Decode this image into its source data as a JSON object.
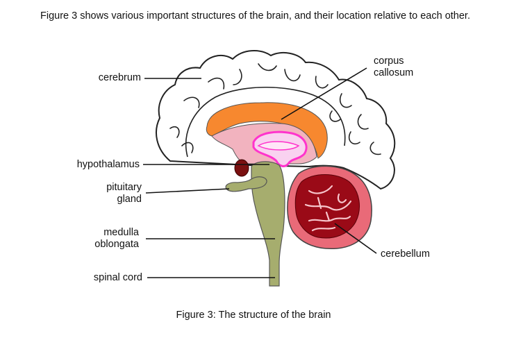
{
  "intro": {
    "text": "Figure 3 shows various important structures of the brain, and their location relative to each other."
  },
  "labels": {
    "cerebrum": "cerebrum",
    "corpus_callosum_line1": "corpus",
    "corpus_callosum_line2": "callosum",
    "hypothalamus": "hypothalamus",
    "pituitary_line1": "pituitary",
    "pituitary_line2": "gland",
    "medulla_line1": "medulla",
    "medulla_line2": "oblongata",
    "spinal_cord": "spinal cord",
    "cerebellum": "cerebellum"
  },
  "caption": "Figure 3: The structure of the brain",
  "colors": {
    "cerebrum": "#ffffff",
    "corpus_callosum": "#f7882f",
    "inner_brain": "#f2b3bf",
    "thalamus_highlight": "#ff33cc",
    "hypothalamus": "#7a1010",
    "brainstem": "#a6ad6e",
    "cerebellum_outer": "#e96a78",
    "cerebellum_inner": "#9a0a17"
  }
}
